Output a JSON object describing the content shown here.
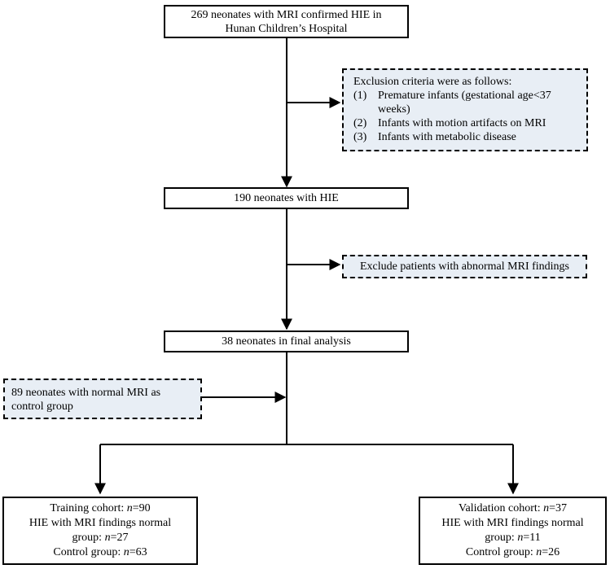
{
  "boxes": {
    "initial": {
      "line1": "269 neonates with MRI confirmed HIE in",
      "line2": "Hunan Children’s Hospital"
    },
    "exclusion1": {
      "title": "Exclusion criteria were as follows:",
      "items": [
        {
          "num": "(1)",
          "text": "Premature infants (gestational age<37",
          "text_cont": "weeks)"
        },
        {
          "num": "(2)",
          "text": " Infants with motion artifacts on MRI"
        },
        {
          "num": "(3)",
          "text": " Infants with metabolic disease"
        }
      ]
    },
    "hie": {
      "text": "190  neonates with HIE"
    },
    "exclusion2": {
      "text": "Exclude patients with abnormal MRI findings"
    },
    "final": {
      "text": "38  neonates in final analysis"
    },
    "control": {
      "line1": "89 neonates with normal MRI as",
      "line2": "control group"
    },
    "training": {
      "label": "Training  cohort: ",
      "n_symbol": "n",
      "n_value": "=90",
      "line2": "HIE with MRI findings normal",
      "line3_prefix": "group: ",
      "line3_value": "=27",
      "line4_prefix": "Control  group: ",
      "line4_value": "=63"
    },
    "validation": {
      "label": "Validation  cohort: ",
      "n_symbol": "n",
      "n_value": "=37",
      "line2": "HIE with MRI findings normal",
      "line3_prefix": "group: ",
      "line3_value": "=11",
      "line4_prefix": "Control group: ",
      "line4_value": "=26"
    }
  }
}
